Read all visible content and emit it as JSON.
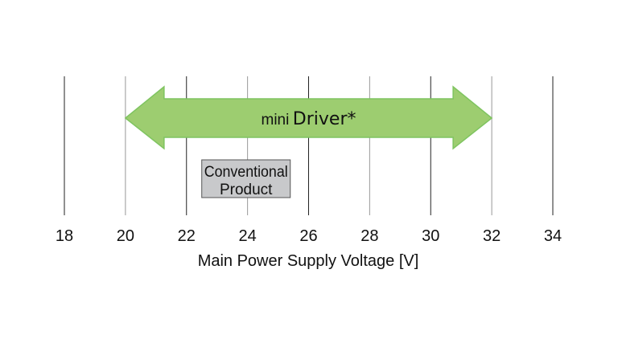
{
  "chart_data": {
    "type": "range-diagram",
    "xlabel": "Main Power Supply Voltage [V]",
    "ticks": [
      18,
      20,
      22,
      24,
      26,
      28,
      30,
      32,
      34
    ],
    "xlim": [
      18,
      34
    ],
    "grid": true,
    "ranges": [
      {
        "name_prefix": "mini",
        "name_main": "Driver*",
        "from": 20,
        "to": 32,
        "style": "double-arrow",
        "color": "#9dcd70",
        "border": "#7fc460"
      },
      {
        "name_line1": "Conventional",
        "name_line2": "Product",
        "from": 22.5,
        "to": 25.4,
        "style": "box",
        "color": "#c8c9cb",
        "border": "#555555"
      }
    ]
  }
}
